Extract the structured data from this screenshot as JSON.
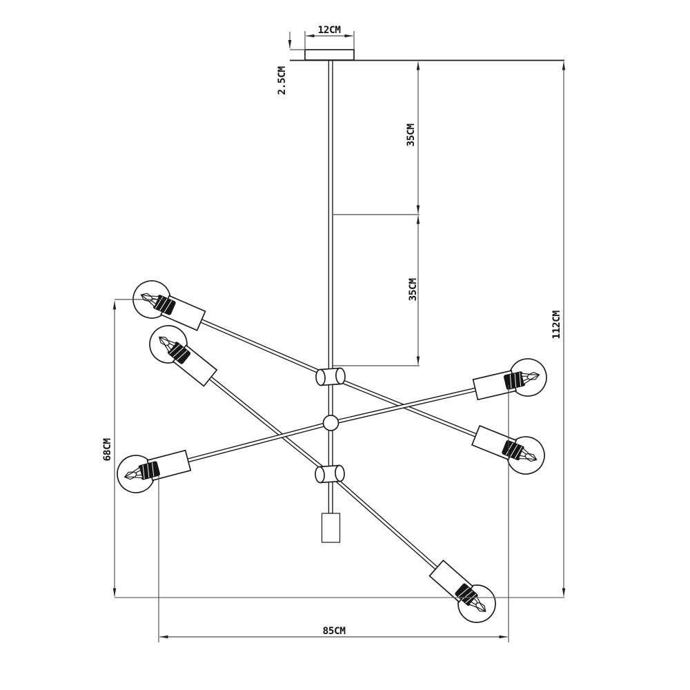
{
  "drawing": {
    "kind": "technical dimension drawing",
    "subject": "six-light adjustable sputnik chandelier, side view",
    "bulb_count": 6,
    "arm_count": 3,
    "labels": {
      "canopy_width": "12CM",
      "canopy_height": "2.5CM",
      "upper_rod_length": "35CM",
      "lower_rod_length": "35CM",
      "overall_height": "112CM",
      "fixture_height": "68CM",
      "fixture_width": "85CM"
    },
    "colors": {
      "background": "#ffffff",
      "fixture_line": "#1c1c1c",
      "dimension_line": "#4a4a4a",
      "text": "#111111"
    }
  }
}
